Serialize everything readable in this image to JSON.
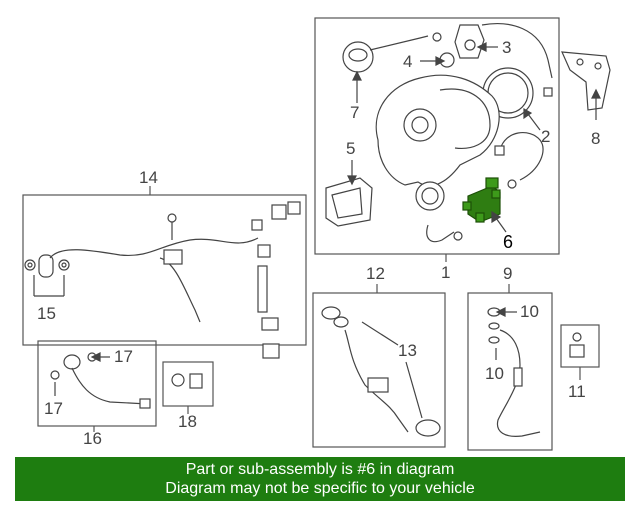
{
  "callouts": {
    "c1": "1",
    "c2": "2",
    "c3": "3",
    "c4": "4",
    "c5": "5",
    "c6": "6",
    "c7": "7",
    "c8": "8",
    "c9": "9",
    "c10a": "10",
    "c10b": "10",
    "c11": "11",
    "c12": "12",
    "c13": "13",
    "c14": "14",
    "c15": "15",
    "c16": "16",
    "c17a": "17",
    "c17b": "17",
    "c18": "18"
  },
  "highlighted_part": "6",
  "colors": {
    "highlight": "#2f7d12",
    "banner": "#1e7d10",
    "line": "#555555"
  },
  "banner": {
    "line1": "Part or sub-assembly is #6 in diagram",
    "line2": "Diagram may not be specific to your vehicle"
  }
}
